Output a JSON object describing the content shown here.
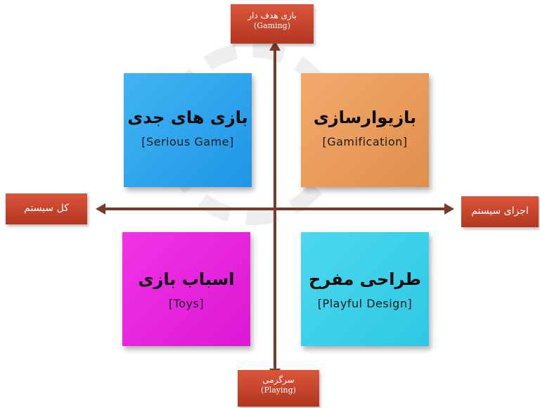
{
  "axes": {
    "top": {
      "fa": "بازی هدف دار",
      "en": "(Gaming)"
    },
    "bottom": {
      "fa": "سرگرمی",
      "en": "(Playing)"
    },
    "left": {
      "fa": "کل سیستم"
    },
    "right": {
      "fa": "اجزای سیستم"
    }
  },
  "quadrants": {
    "top_left": {
      "fa": "بازی های جدی",
      "en": "[Serious Game]",
      "color": "#2ea6f0"
    },
    "top_right": {
      "fa": "بازیوارسازی",
      "en": "[Gamification]",
      "color": "#ec9c5c"
    },
    "bottom_left": {
      "fa": "اسباب بازی",
      "en": "[Toys]",
      "color": "#e825de"
    },
    "bottom_right": {
      "fa": "طراحی مفرح",
      "en": "[Playful Design]",
      "color": "#3ed0ea"
    }
  },
  "colors": {
    "label_box": "#c8442c",
    "axis": "#7a3a2a"
  }
}
